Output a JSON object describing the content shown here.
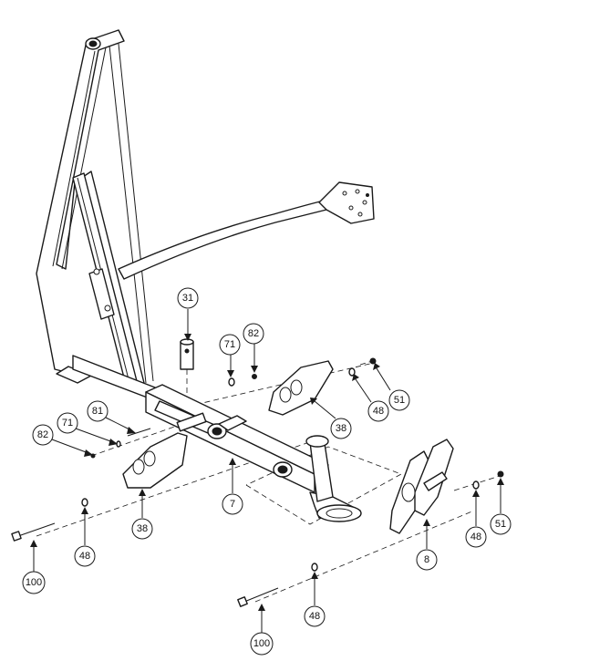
{
  "diagram": {
    "callouts": [
      {
        "id": "c31",
        "label": "31"
      },
      {
        "id": "c71a",
        "label": "71"
      },
      {
        "id": "c82a",
        "label": "82"
      },
      {
        "id": "c51a",
        "label": "51"
      },
      {
        "id": "c48a",
        "label": "48"
      },
      {
        "id": "c38a",
        "label": "38"
      },
      {
        "id": "c81",
        "label": "81"
      },
      {
        "id": "c71b",
        "label": "71"
      },
      {
        "id": "c82b",
        "label": "82"
      },
      {
        "id": "c7",
        "label": "7"
      },
      {
        "id": "c38b",
        "label": "38"
      },
      {
        "id": "c48b",
        "label": "48"
      },
      {
        "id": "c100a",
        "label": "100"
      },
      {
        "id": "c8",
        "label": "8"
      },
      {
        "id": "c48c",
        "label": "48"
      },
      {
        "id": "c51b",
        "label": "51"
      },
      {
        "id": "c48d",
        "label": "48"
      },
      {
        "id": "c100b",
        "label": "100"
      }
    ]
  }
}
